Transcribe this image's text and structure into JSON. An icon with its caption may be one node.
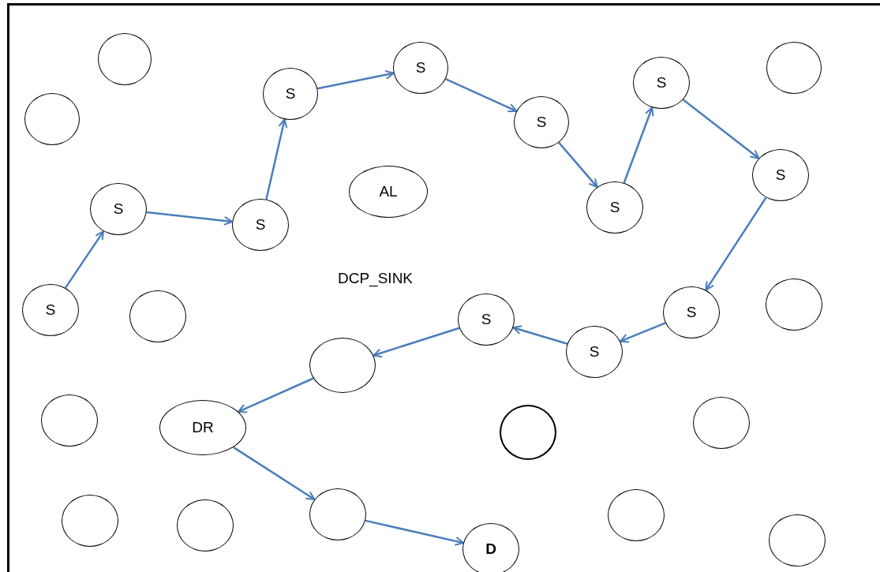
{
  "diagram": {
    "nodes": [
      {
        "text": [],
        "shape": "circle"
      },
      {
        "text": [],
        "shape": "circle"
      },
      {
        "text": [
          "S"
        ]
      },
      {
        "text": [
          "S"
        ]
      },
      {
        "text": [
          "S"
        ]
      },
      {
        "text": [
          "S"
        ]
      },
      {
        "text": [],
        "shape": "circle"
      },
      {
        "text": [
          "S"
        ]
      },
      {
        "text": [
          "S"
        ]
      },
      {
        "text": [
          "AL"
        ]
      },
      {
        "text": [
          "S"
        ]
      },
      {
        "text": [
          "S"
        ]
      },
      {
        "text": [
          "S"
        ]
      },
      {
        "text": [],
        "shape": "circle"
      },
      {
        "text": [
          "S"
        ]
      },
      {
        "text": [
          "S"
        ]
      },
      {
        "text": [
          "S"
        ]
      },
      {
        "text": [],
        "shape": "circle"
      },
      {
        "text": [],
        "shape": "circle"
      },
      {
        "text": [],
        "shape": "circle"
      },
      {
        "text": [
          "DR"
        ]
      },
      {
        "text": [],
        "shape": "circle"
      },
      {
        "text": [],
        "shape": "circle"
      },
      {
        "text": [],
        "shape": "circle"
      },
      {
        "text": [],
        "shape": "circle"
      },
      {
        "text": [],
        "shape": "circle"
      },
      {
        "text": [
          "D"
        ]
      },
      {
        "text": [],
        "shape": "circle"
      },
      {
        "text": [],
        "shape": "circle"
      }
    ],
    "edges": [
      {
        "from": 12,
        "to": 7,
        "arrow": "to"
      },
      {
        "from": 7,
        "to": 8,
        "arrow": "to"
      },
      {
        "from": 8,
        "to": 2,
        "arrow": "to"
      },
      {
        "from": 2,
        "to": 3,
        "arrow": "to"
      },
      {
        "from": 3,
        "to": 4,
        "arrow": "to"
      },
      {
        "from": 4,
        "to": 10,
        "arrow": "to"
      },
      {
        "from": 10,
        "to": 5,
        "arrow": "to"
      },
      {
        "from": 5,
        "to": 11,
        "arrow": "to"
      },
      {
        "from": 11,
        "to": 16,
        "arrow": "to"
      },
      {
        "from": 16,
        "to": 15,
        "arrow": "to"
      },
      {
        "from": 15,
        "to": 14,
        "arrow": "to"
      },
      {
        "from": 14,
        "to": 18,
        "arrow": "to"
      },
      {
        "from": 18,
        "to": 20,
        "arrow": "to"
      },
      {
        "from": 20,
        "to": 25,
        "arrow": "to"
      },
      {
        "from": 25,
        "to": 26,
        "arrow": "to"
      }
    ],
    "labels": [
      "DCP_SINK"
    ]
  }
}
